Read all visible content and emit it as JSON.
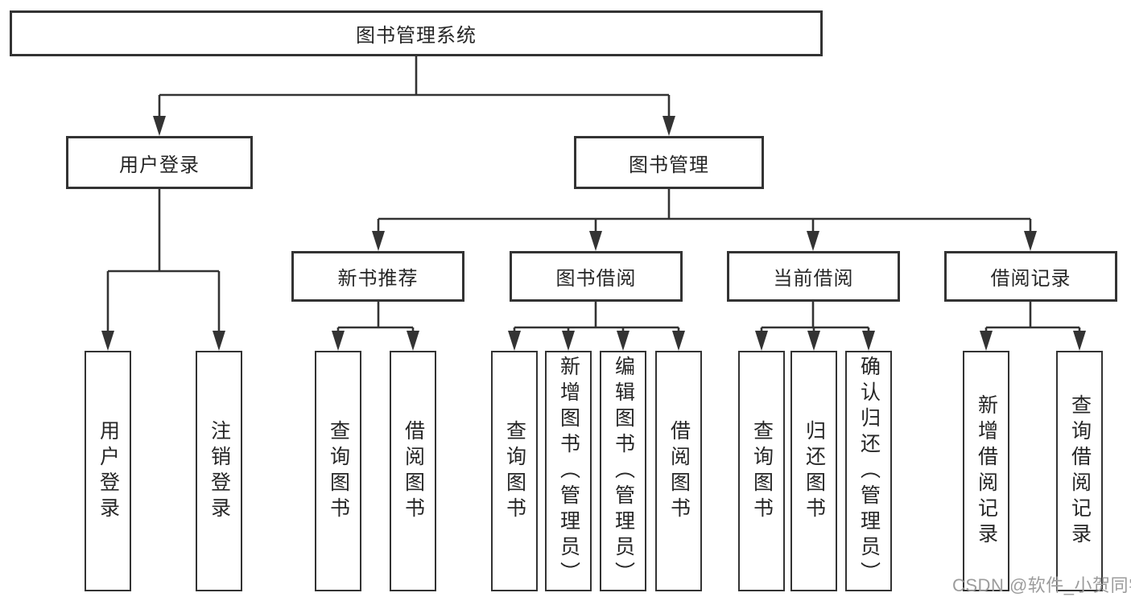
{
  "colors": {
    "line": "#333333",
    "text": "#262626",
    "box_bg": "#ffffff",
    "watermark": "#9c9c9c"
  },
  "watermark": "CSDN @软件_小贺同学",
  "tree": {
    "root": "图书管理系统",
    "branches": [
      {
        "label": "用户登录",
        "leaves": [
          "用户登录",
          "注销登录"
        ]
      },
      {
        "label": "图书管理",
        "groups": [
          {
            "label": "新书推荐",
            "leaves": [
              "查询图书",
              "借阅图书"
            ]
          },
          {
            "label": "图书借阅",
            "leaves": [
              "查询图书",
              "新增图书（管理员）",
              "编辑图书（管理员）",
              "借阅图书"
            ]
          },
          {
            "label": "当前借阅",
            "leaves": [
              "查询图书",
              "归还图书",
              "确认归还（管理员）"
            ]
          },
          {
            "label": "借阅记录",
            "leaves": [
              "新增借阅记录",
              "查询借阅记录"
            ]
          }
        ]
      }
    ]
  }
}
